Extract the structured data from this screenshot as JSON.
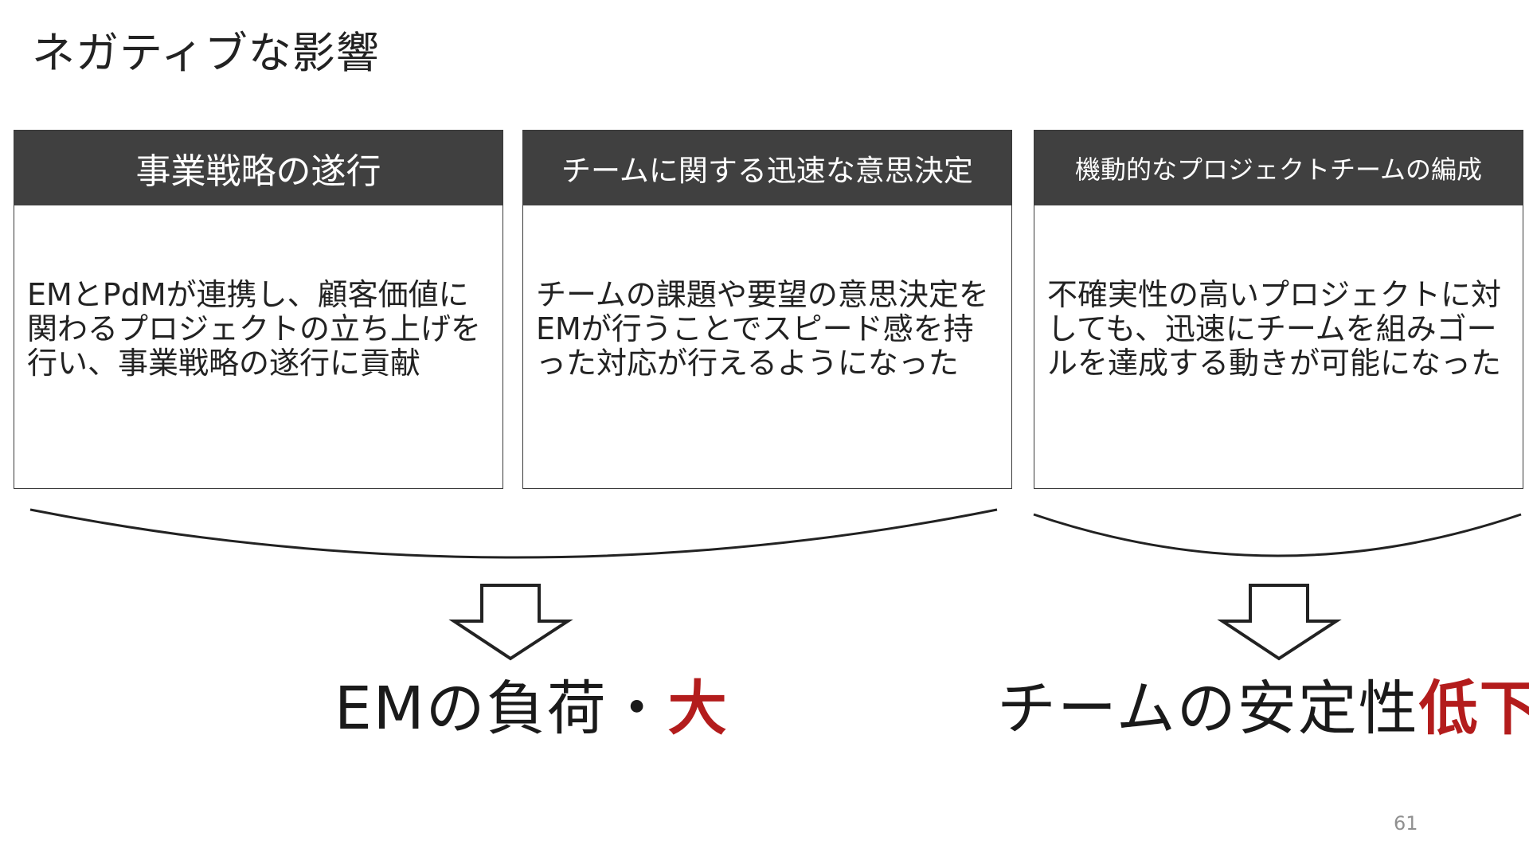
{
  "slide": {
    "title": "ネガティブな影響",
    "page_number": "61"
  },
  "cards": [
    {
      "header": "事業戦略の遂行",
      "body": "EMとPdMが連携し、顧客価値に関わるプロジェクトの立ち上げを行い、事業戦略の遂行に貢献"
    },
    {
      "header": "チームに関する迅速な意思決定",
      "body": "チームの課題や要望の意思決定をEMが行うことでスピード感を持った対応が行えるようになった"
    },
    {
      "header": "機動的なプロジェクトチームの編成",
      "body": "不確実性の高いプロジェクトに対しても、迅速にチームを組みゴールを達成する動きが可能になった"
    }
  ],
  "conclusions": {
    "left": {
      "prefix": "EMの負荷・",
      "emphasis": "大"
    },
    "right": {
      "prefix": "チームの安定性",
      "emphasis": "低下"
    }
  },
  "colors": {
    "header_bg": "#404040",
    "emphasis": "#b31c1c",
    "text": "#222222"
  }
}
